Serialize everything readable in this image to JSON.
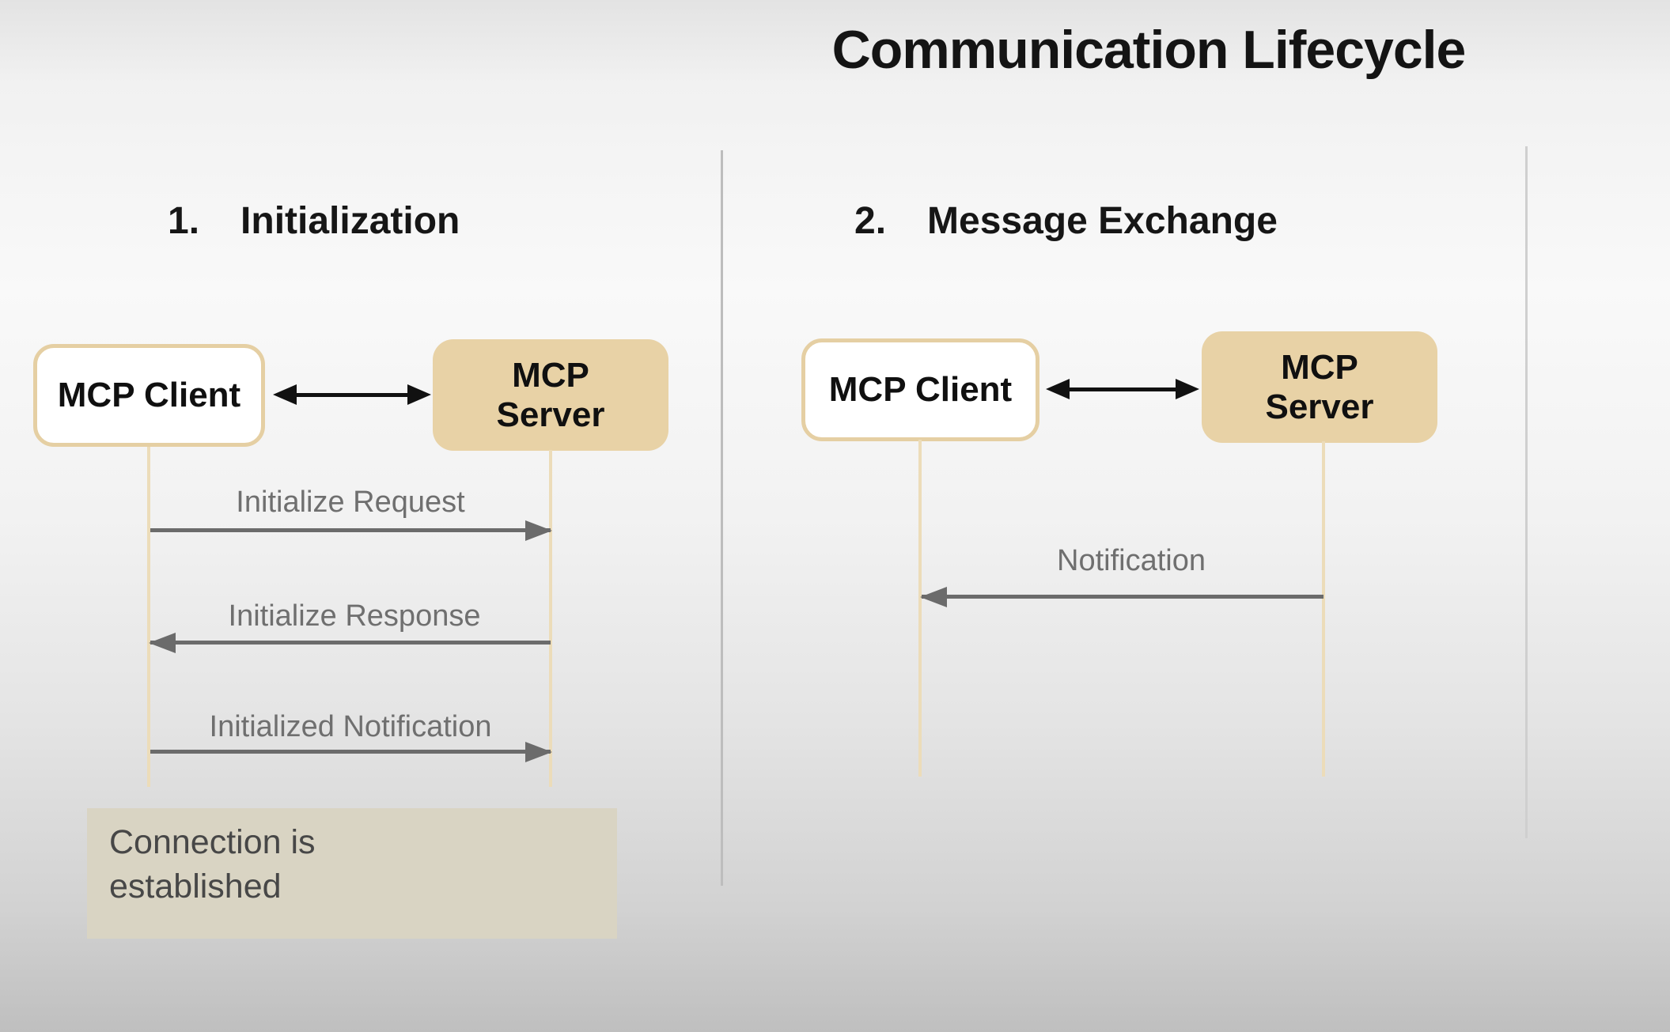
{
  "title": "Communication Lifecycle",
  "panels": [
    {
      "number": "1.",
      "heading": "Initialization",
      "client_label": "MCP Client",
      "server_label": "MCP Server",
      "messages": [
        {
          "label": "Initialize Request",
          "direction": "right"
        },
        {
          "label": "Initialize Response",
          "direction": "left"
        },
        {
          "label": "Initialized Notification",
          "direction": "right"
        }
      ],
      "note": "Connection is\nestablished"
    },
    {
      "number": "2.",
      "heading": "Message Exchange",
      "client_label": "MCP Client",
      "server_label": "MCP Server",
      "messages": [
        {
          "label": "Notification",
          "direction": "left"
        }
      ]
    }
  ],
  "colors": {
    "actor_fill": "#e8d2a6",
    "actor_border": "#e5cfa3",
    "lifeline": "#ecdcb9",
    "arrow_gray": "#6b6b6b",
    "message_label_gray": "#6f6f6f",
    "bidirectional_arrow": "#111111",
    "note_fill": "#d9d4c3",
    "note_text": "#474747",
    "heading_text": "#161616"
  }
}
